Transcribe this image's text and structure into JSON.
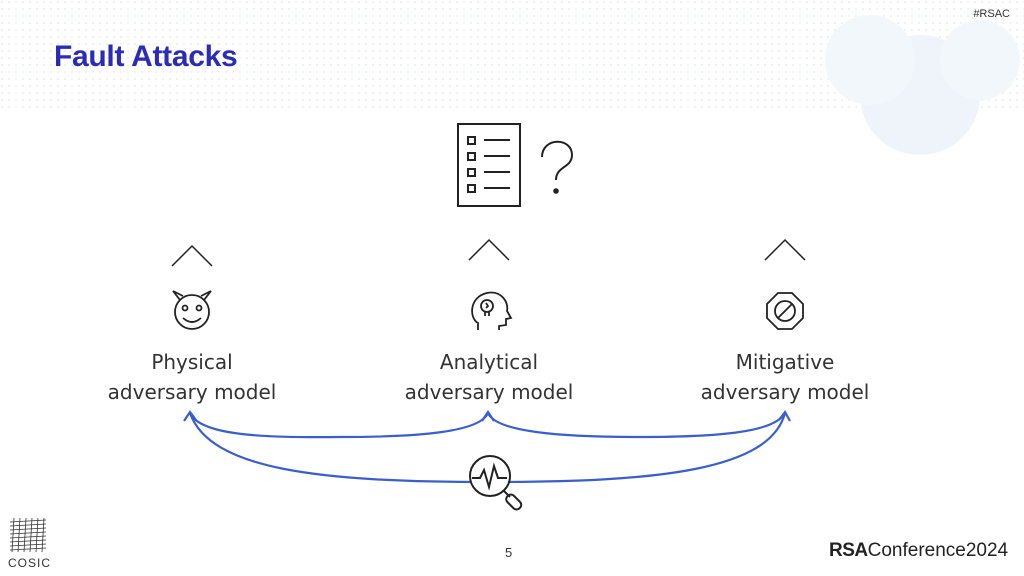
{
  "header": {
    "hashtag": "#RSAC",
    "title": "Fault Attacks"
  },
  "models": [
    {
      "line1": "Physical",
      "line2": "adversary model",
      "icon": "devil-face-icon"
    },
    {
      "line1": "Analytical",
      "line2": "adversary model",
      "icon": "head-lightbulb-icon"
    },
    {
      "line1": "Mitigative",
      "line2": "adversary model",
      "icon": "prohibition-octagon-icon"
    }
  ],
  "top_icons": [
    "checklist-icon",
    "question-mark-icon"
  ],
  "bottom_icon": "signal-magnifier-icon",
  "colors": {
    "title": "#2b2bb5",
    "arrows": "#3a5fcd"
  },
  "footer": {
    "page_number": "5",
    "org": "COSIC",
    "conference_bold": "RSA",
    "conference_rest": "Conference",
    "conference_year": "2024"
  }
}
